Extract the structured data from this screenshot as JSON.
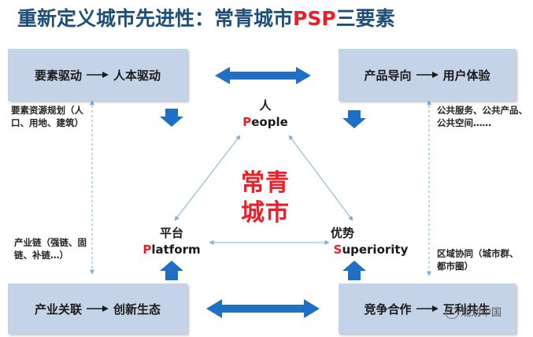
{
  "title": {
    "prefix": "重新定义城市先进性：常青城市",
    "highlight": "PSP",
    "suffix": "三要素"
  },
  "boxes": {
    "top_left": {
      "from": "要素驱动",
      "to": "人本驱动"
    },
    "top_right": {
      "from": "产品导向",
      "to": "用户体验"
    },
    "bottom_left": {
      "from": "产业关联",
      "to": "创新生态"
    },
    "bottom_right": {
      "from": "竞争合作",
      "to": "互利共生"
    }
  },
  "notes": {
    "left_top": "要素资源规划（人口、用地、建筑）",
    "left_bottom": "产业链（强链、固链、补链…）",
    "right_top": "公共服务、公共产品、公共空间……",
    "right_bottom": "区域协同（城市群、都市圈）"
  },
  "nodes": {
    "people": {
      "cn": "人",
      "first": "P",
      "rest": "eople"
    },
    "platform": {
      "cn": "平台",
      "first": "P",
      "rest": "latform"
    },
    "superiority": {
      "cn": "优势",
      "first": "S",
      "rest": "uperiority"
    }
  },
  "center": {
    "line1": "常青",
    "line2": "城市"
  },
  "watermark": "规划中国",
  "colors": {
    "accent_blue": "#1f6fc5",
    "title_blue": "#1f4e79",
    "red": "#e8202a",
    "box_bg": "#c5d3e8",
    "thin_line": "#7aaed9"
  }
}
